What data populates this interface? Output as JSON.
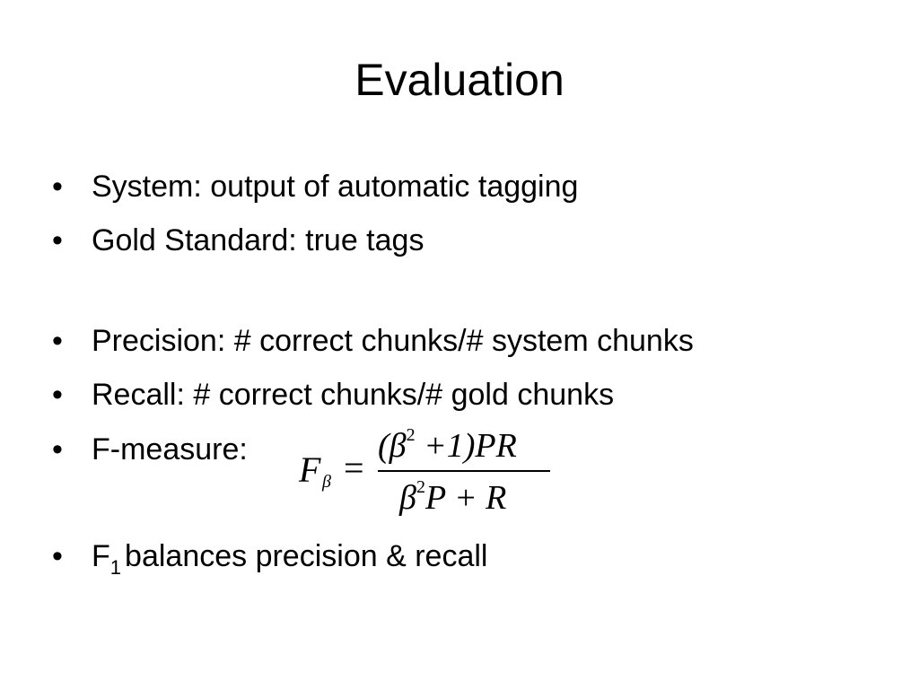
{
  "slide": {
    "title": "Evaluation",
    "bullet_glyph": "•",
    "bullets": [
      "System: output of automatic tagging",
      "Gold Standard: true tags",
      "Precision: # correct chunks/# system chunks",
      "Recall: # correct chunks/# gold chunks",
      "F-measure:",
      {
        "prefix": "F",
        "subscript": "1",
        "text": "balances precision & recall"
      }
    ],
    "formula": {
      "lhs": "F",
      "lhs_subscript": "β",
      "equals": "=",
      "numerator_open": "(β",
      "numerator_exp": "2",
      "numerator_rest": " +1)PR",
      "denominator_beta": "β",
      "denominator_exp": "2",
      "denominator_rest": "P + R"
    }
  }
}
